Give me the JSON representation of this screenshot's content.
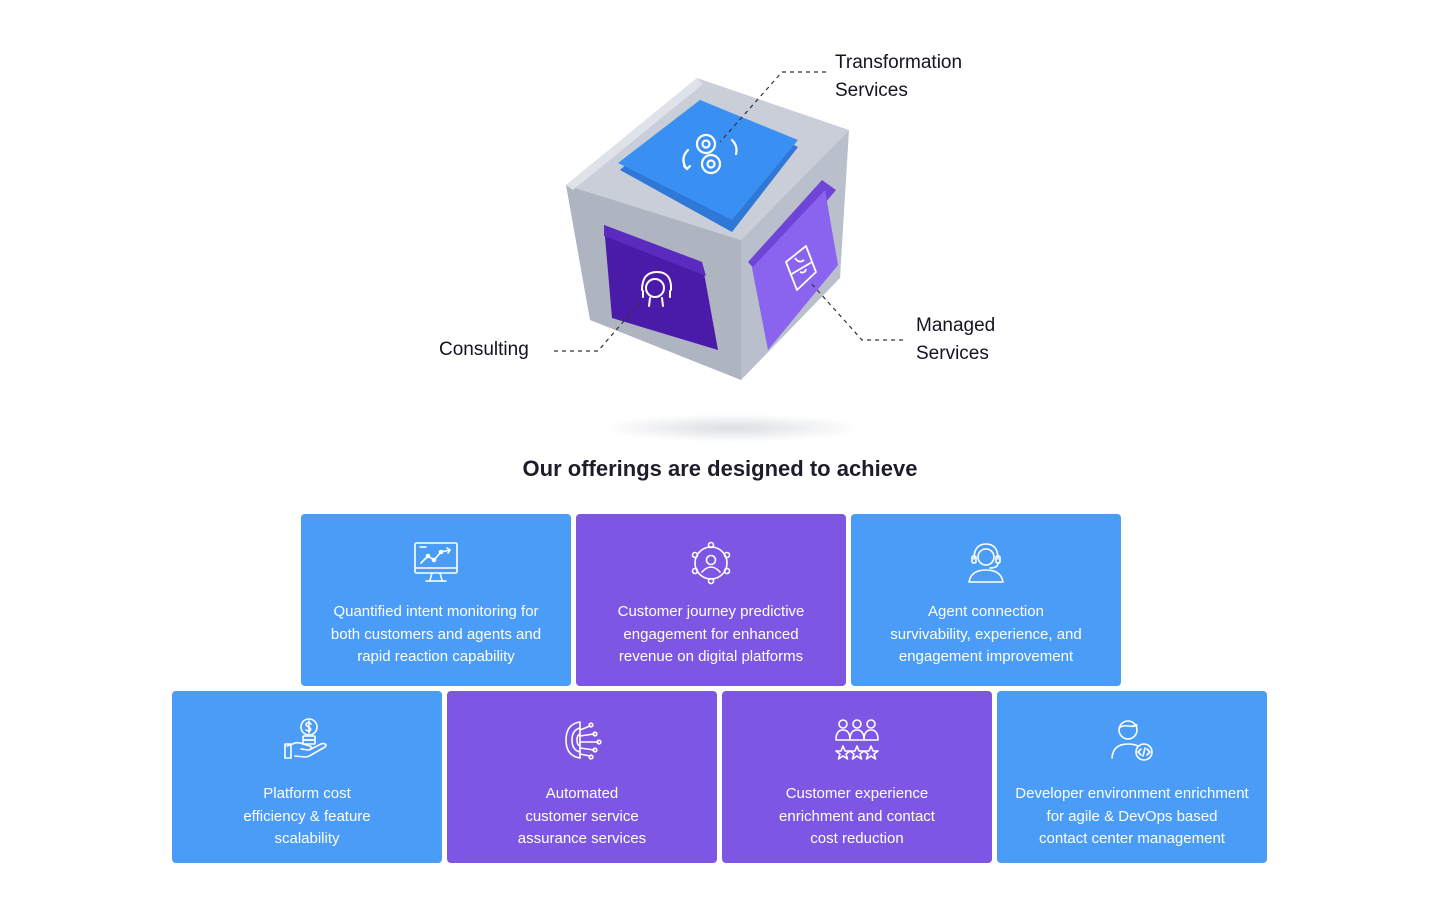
{
  "cube": {
    "labels": {
      "transformation": "Transformation\nServices",
      "consulting": "Consulting",
      "managed": "Managed\nServices"
    },
    "faces": {
      "top_icon": "gears-cycle-icon",
      "left_icon": "headset-agent-icon",
      "right_icon": "puzzle-board-icon"
    },
    "colors": {
      "frame": "#c6ccd6",
      "top_face": "#3a8ff2",
      "left_face": "#4a1aa8",
      "right_face": "#8a63ee"
    }
  },
  "heading": "Our offerings are designed to achieve",
  "offerings": [
    {
      "text": "Quantified intent monitoring for\nboth customers and agents and\nrapid reaction capability",
      "icon": "monitor-chart-icon",
      "color": "#4a9cf7"
    },
    {
      "text": "Customer journey predictive\nengagement for enhanced\nrevenue on digital platforms",
      "icon": "user-network-icon",
      "color": "#7e56e4"
    },
    {
      "text": "Agent connection\nsurvivability, experience, and\nengagement improvement",
      "icon": "headset-agent-icon",
      "color": "#4a9cf7"
    },
    {
      "text": "Platform cost\nefficiency & feature\nscalability",
      "icon": "hand-coin-icon",
      "color": "#4a9cf7"
    },
    {
      "text": "Automated\ncustomer service\nassurance services",
      "icon": "ai-head-circuit-icon",
      "color": "#7e56e4"
    },
    {
      "text": "Customer experience\nenrichment and contact\ncost reduction",
      "icon": "group-stars-icon",
      "color": "#7e56e4"
    },
    {
      "text": "Developer environment enrichment\nfor agile & DevOps based\ncontact center management",
      "icon": "developer-code-icon",
      "color": "#4a9cf7"
    }
  ]
}
